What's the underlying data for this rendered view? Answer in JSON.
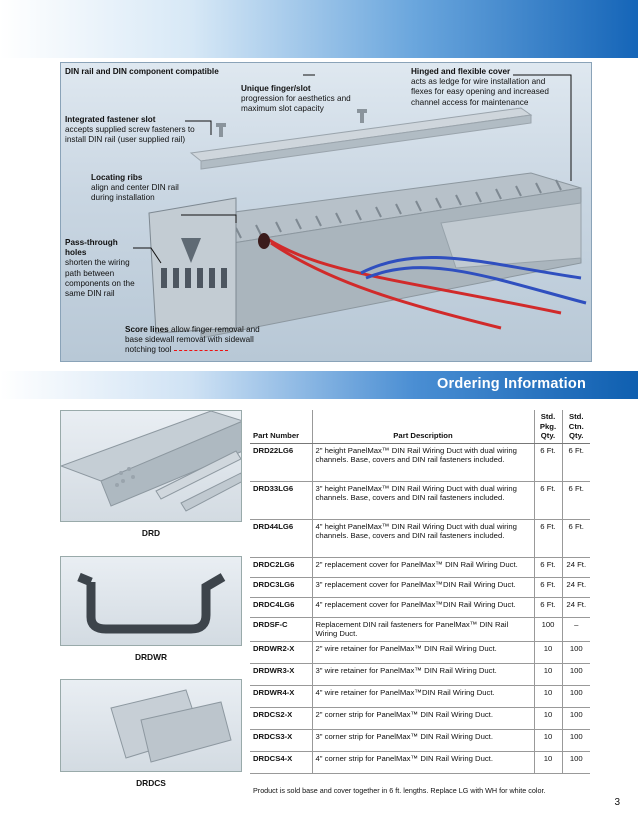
{
  "hero": {
    "callouts": {
      "din_title": "DIN rail and DIN component compatible",
      "finger_title": "Unique finger/slot",
      "finger_body": "progression for aesthetics and maximum slot capacity",
      "hinged_title": "Hinged and flexible cover",
      "hinged_body": "acts as ledge for wire installation and flexes for easy opening and increased channel access for maintenance",
      "fastener_title": "Integrated fastener slot",
      "fastener_body": "accepts supplied screw fasteners to install DIN rail (user supplied rail)",
      "ribs_title": "Locating ribs",
      "ribs_body": "align and center DIN rail during installation",
      "pass_title": "Pass-through holes",
      "pass_body": "shorten the wiring path between components on the same DIN rail",
      "score_title": "Score lines",
      "score_body": "allow finger removal and base sidewall removal with sidewall notching tool"
    }
  },
  "ordering": {
    "title": "Ordering Information"
  },
  "products": [
    {
      "label": "DRD"
    },
    {
      "label": "DRDWR"
    },
    {
      "label": "DRDCS"
    }
  ],
  "table": {
    "headers": {
      "part": "Part Number",
      "desc": "Part Description",
      "pkg": "Std. Pkg. Qty.",
      "ctn": "Std. Ctn. Qty."
    },
    "rows": [
      {
        "part": "DRD22LG6",
        "desc": "2\" height PanelMax™ DIN Rail Wiring Duct with dual wiring channels. Base, covers and DIN rail fasteners included.",
        "pkg": "6 Ft.",
        "ctn": "6 Ft."
      },
      {
        "part": "DRD33LG6",
        "desc": "3\" height PanelMax™ DIN Rail Wiring Duct with dual wiring channels. Base, covers and DIN rail fasteners included.",
        "pkg": "6 Ft.",
        "ctn": "6 Ft."
      },
      {
        "part": "DRD44LG6",
        "desc": "4\" height PanelMax™ DIN Rail Wiring Duct with dual wiring channels. Base, covers and DIN rail fasteners included.",
        "pkg": "6 Ft.",
        "ctn": "6 Ft."
      },
      {
        "part": "DRDC2LG6",
        "desc": "2\" replacement cover for PanelMax™ DIN Rail Wiring Duct.",
        "pkg": "6 Ft.",
        "ctn": "24 Ft."
      },
      {
        "part": "DRDC3LG6",
        "desc": "3\" replacement cover for PanelMax™DIN Rail Wiring Duct.",
        "pkg": "6 Ft.",
        "ctn": "24 Ft."
      },
      {
        "part": "DRDC4LG6",
        "desc": "4\" replacement cover for PanelMax™DIN Rail Wiring Duct.",
        "pkg": "6 Ft.",
        "ctn": "24 Ft."
      },
      {
        "part": "DRDSF-C",
        "desc": "Replacement DIN rail fasteners for PanelMax™ DIN Rail Wiring Duct.",
        "pkg": "100",
        "ctn": "–"
      },
      {
        "part": "DRDWR2-X",
        "desc": "2\" wire retainer for PanelMax™ DIN Rail Wiring Duct.",
        "pkg": "10",
        "ctn": "100"
      },
      {
        "part": "DRDWR3-X",
        "desc": "3\" wire retainer for PanelMax™ DIN Rail Wiring Duct.",
        "pkg": "10",
        "ctn": "100"
      },
      {
        "part": "DRDWR4-X",
        "desc": "4\" wire retainer for PanelMax™DIN Rail Wiring Duct.",
        "pkg": "10",
        "ctn": "100"
      },
      {
        "part": "DRDCS2-X",
        "desc": "2\" corner strip for PanelMax™ DIN Rail Wiring Duct.",
        "pkg": "10",
        "ctn": "100"
      },
      {
        "part": "DRDCS3-X",
        "desc": "3\" corner strip for PanelMax™ DIN Rail Wiring Duct.",
        "pkg": "10",
        "ctn": "100"
      },
      {
        "part": "DRDCS4-X",
        "desc": "4\" corner strip for PanelMax™ DIN Rail Wiring Duct.",
        "pkg": "10",
        "ctn": "100"
      }
    ]
  },
  "footnote": "Product is sold base and cover together in 6 ft. lengths. Replace LG with WH for white color.",
  "page_number": "3"
}
